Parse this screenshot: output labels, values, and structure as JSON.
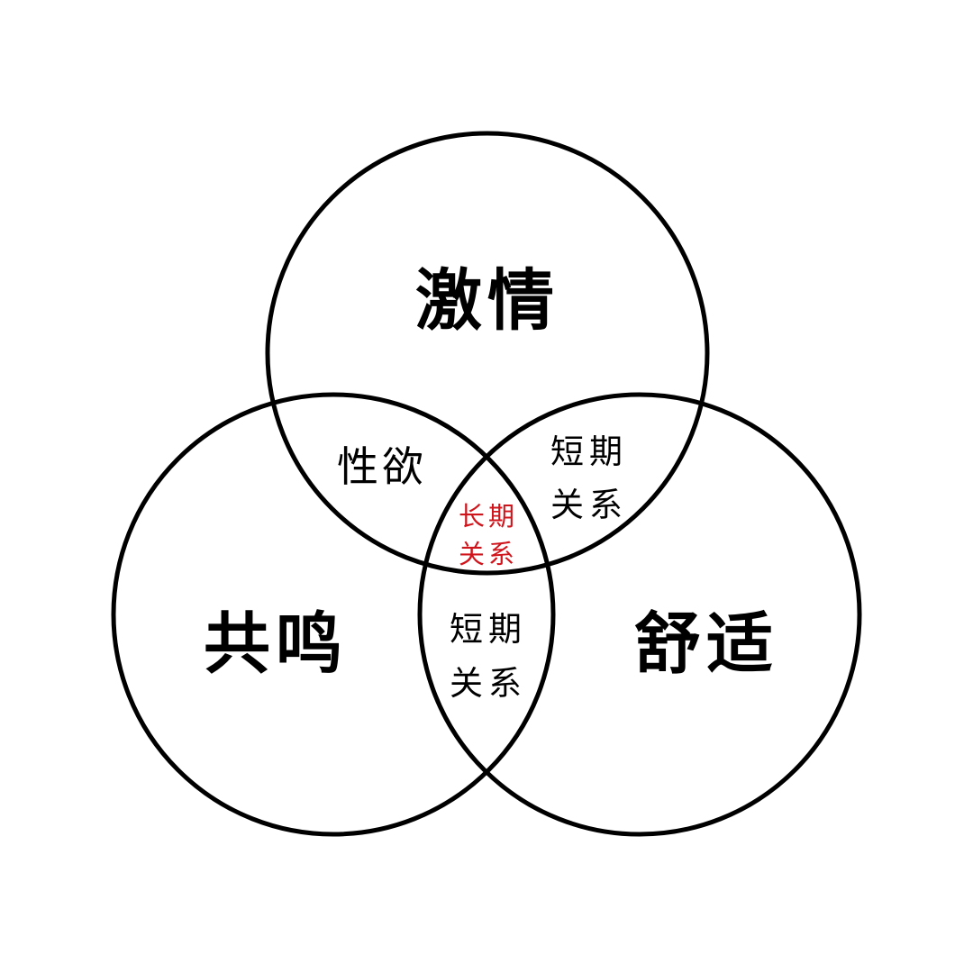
{
  "sets": {
    "top": "激情",
    "left": "共鸣",
    "right": "舒适"
  },
  "overlaps": {
    "top_left": "性欲",
    "top_right": [
      "短期",
      "关系"
    ],
    "left_right": [
      "短期",
      "关系"
    ],
    "center": [
      "长期",
      "关系"
    ]
  },
  "colors": {
    "stroke": "#000000",
    "text": "#000000",
    "center_text": "#d0141b",
    "background": "#ffffff"
  }
}
